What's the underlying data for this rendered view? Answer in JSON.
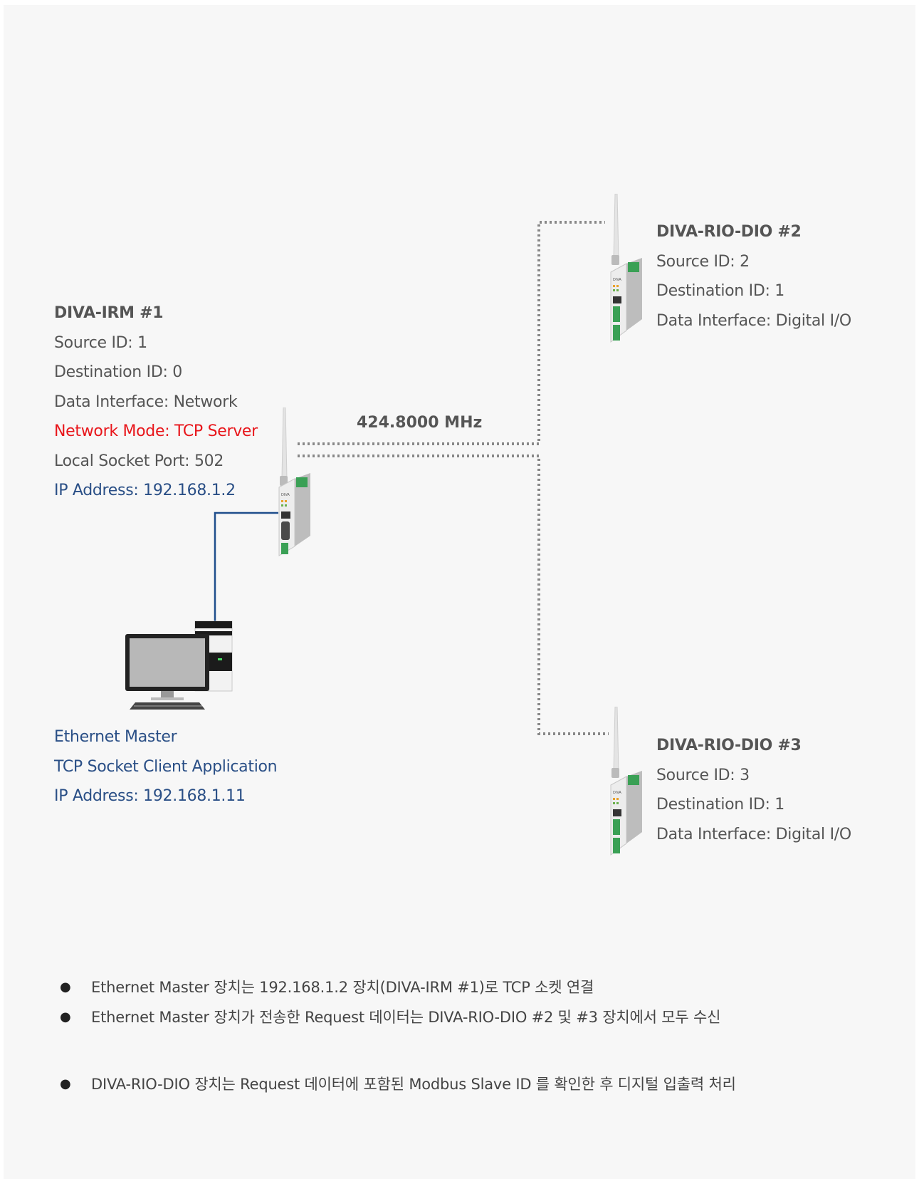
{
  "frequency": "424.8000 MHz",
  "irm": {
    "title": "DIVA-IRM #1",
    "source_id": "Source ID: 1",
    "destination_id": "Destination ID: 0",
    "data_interface": "Data Interface: Network",
    "network_mode": "Network Mode: TCP Server",
    "local_port": "Local Socket Port: 502",
    "ip": "IP Address: 192.168.1.2"
  },
  "rio2": {
    "title": "DIVA-RIO-DIO #2",
    "source_id": "Source ID: 2",
    "destination_id": "Destination ID: 1",
    "data_interface": "Data Interface: Digital I/O"
  },
  "rio3": {
    "title": "DIVA-RIO-DIO #3",
    "source_id": "Source ID: 3",
    "destination_id": "Destination ID: 1",
    "data_interface": "Data Interface: Digital I/O"
  },
  "master": {
    "line1": "Ethernet Master",
    "line2": "TCP Socket Client Application",
    "line3": "IP Address: 192.168.1.11"
  },
  "notes": [
    "Ethernet Master 장치는 192.168.1.2 장치(DIVA-IRM #1)로 TCP 소켓 연결",
    "Ethernet Master 장치가 전송한 Request 데이터는 DIVA-RIO-DIO #2 및 #3 장치에서 모두 수신",
    "DIVA-RIO-DIO 장치는 Request 데이터에 포함된 Modbus Slave ID 를 확인한 후 디지털 입출력 처리"
  ],
  "device_label": "DIVA",
  "colors": {
    "background": "#f7f7f7",
    "text": "#555555",
    "network_mode": "#e8161b",
    "link_blue": "#2a4f86",
    "radio_link": "#888888",
    "ethernet_cable": "#1f4e8c"
  }
}
